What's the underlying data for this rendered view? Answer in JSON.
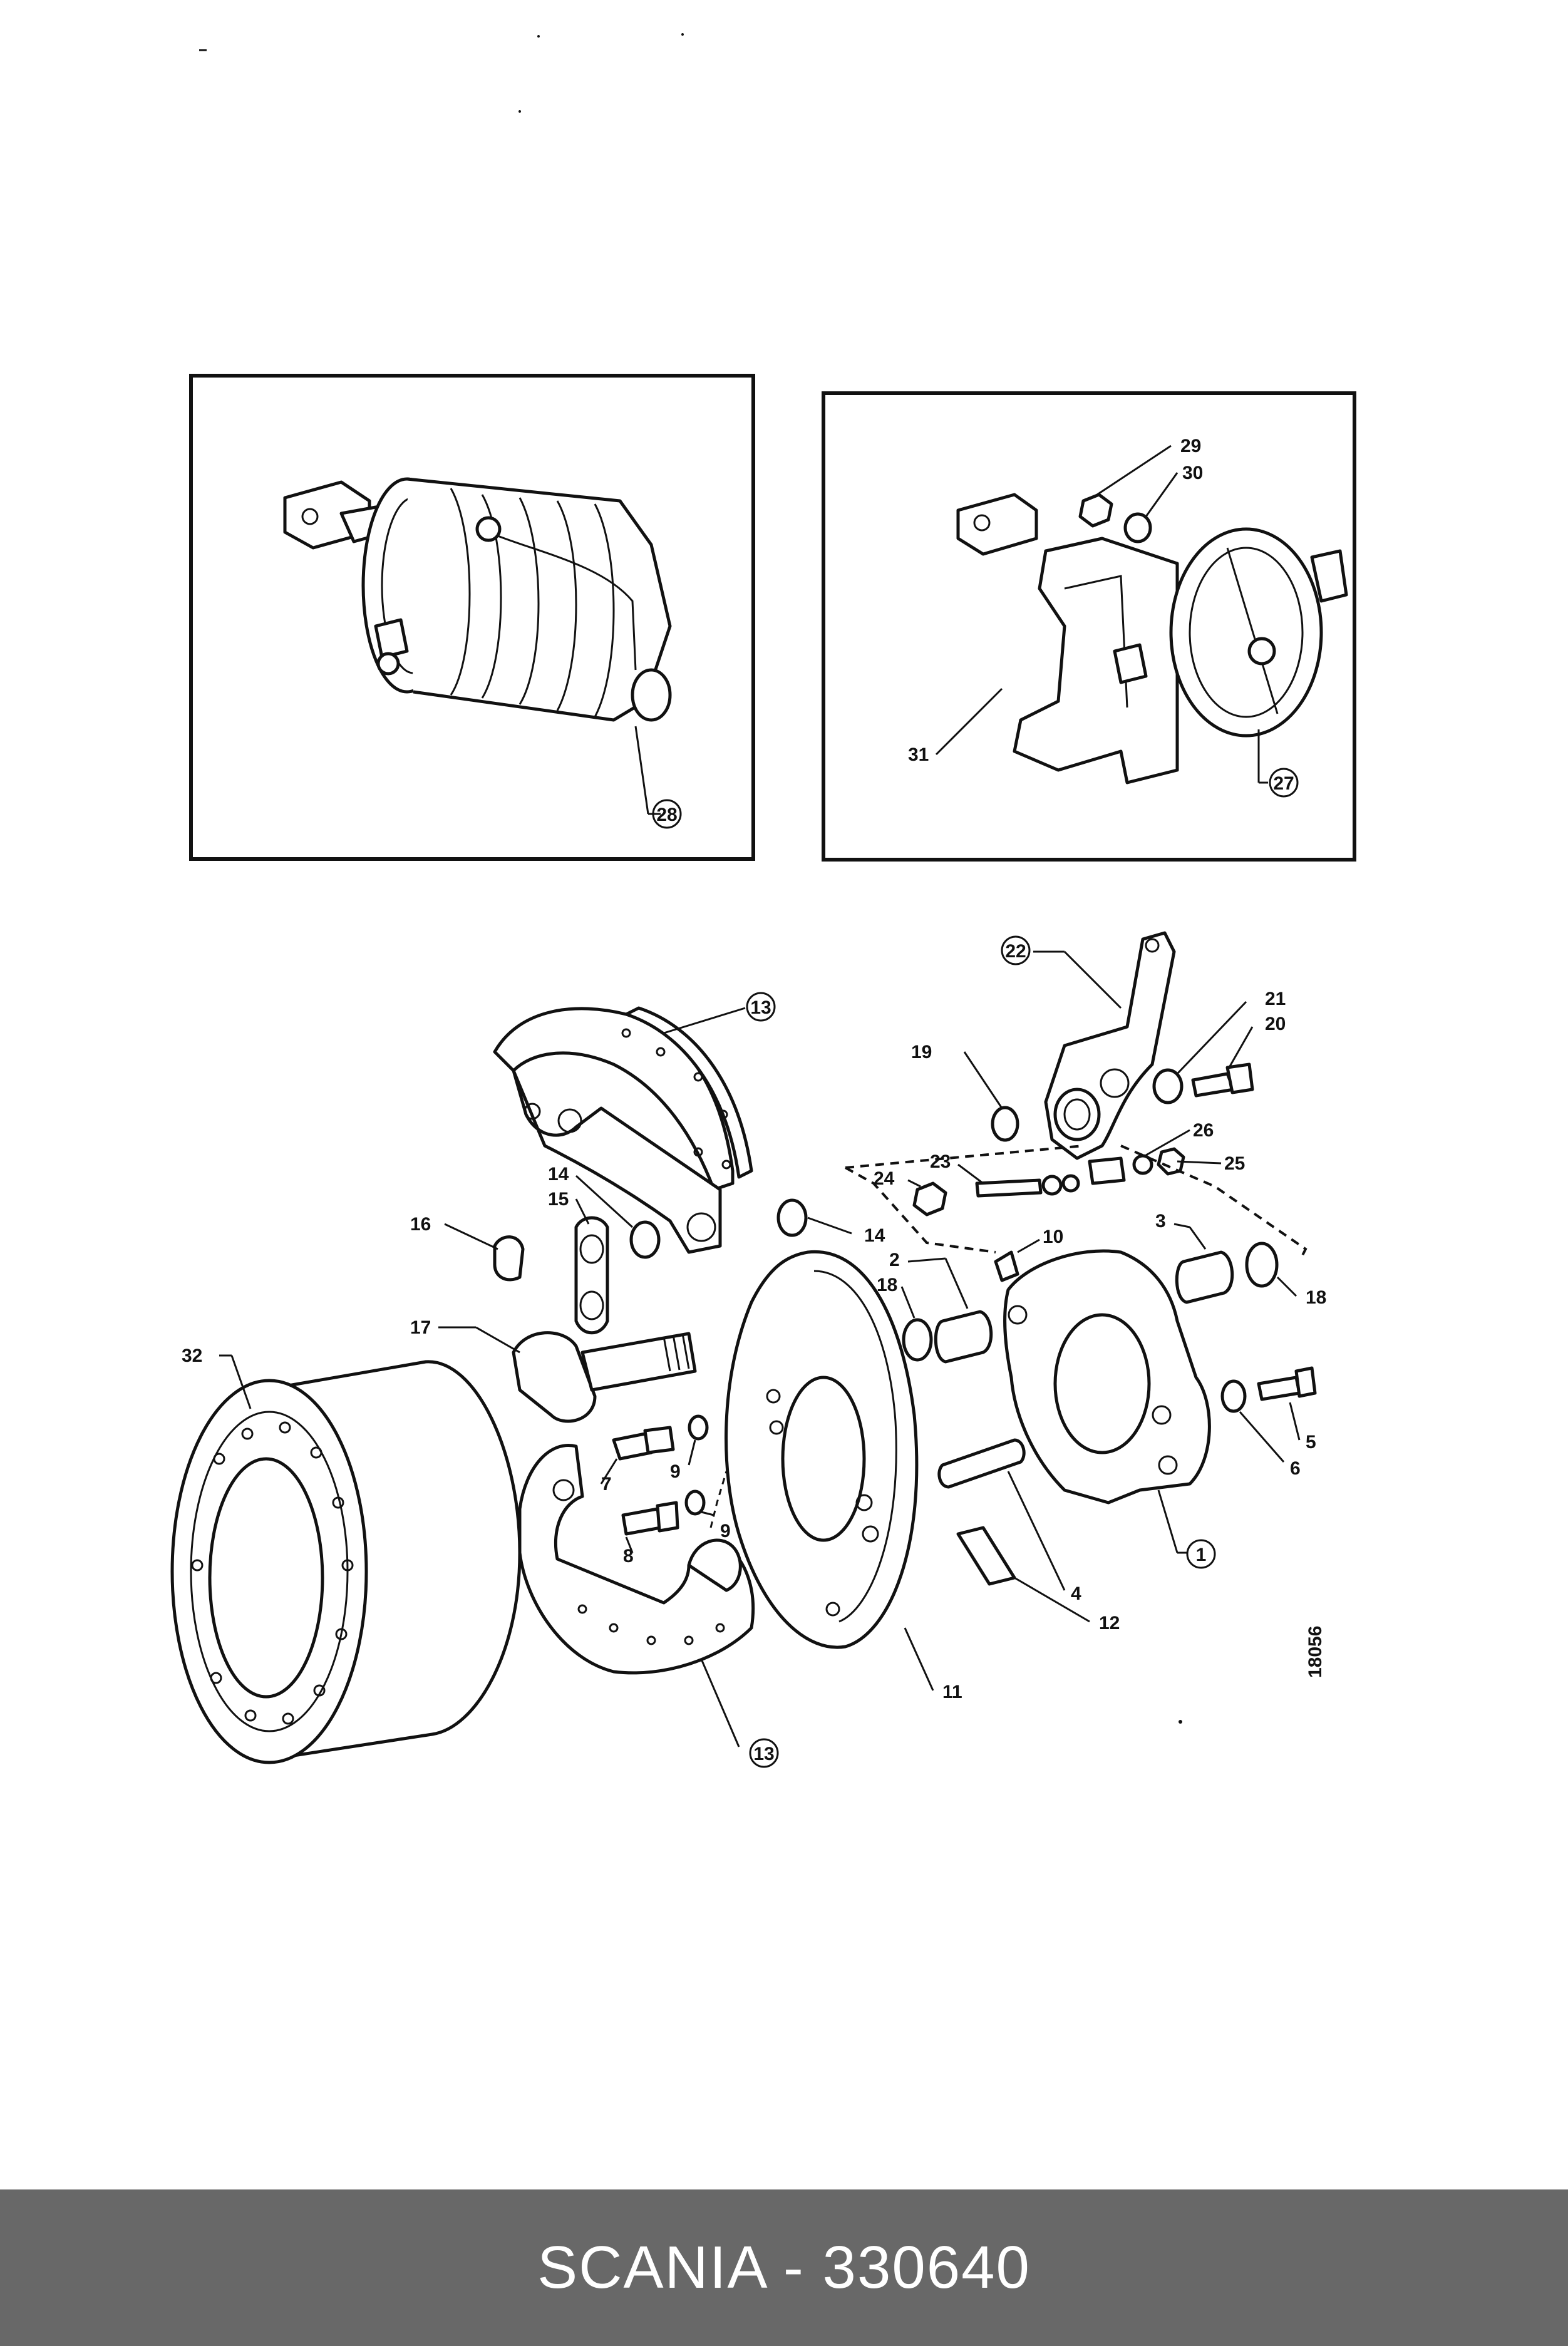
{
  "diagram": {
    "figure_number": "18056",
    "callouts": {
      "c28": "28",
      "c27": "27",
      "c29": "29",
      "c30": "30",
      "c31": "31",
      "c13a": "13",
      "c13b": "13",
      "c22": "22",
      "c21": "21",
      "c20": "20",
      "c19": "19",
      "c26": "26",
      "c25": "25",
      "c23": "23",
      "c24": "24",
      "c14a": "14",
      "c15": "15",
      "c14b": "14",
      "c16": "16",
      "c10": "10",
      "c3": "3",
      "c2": "2",
      "c18a": "18",
      "c18b": "18",
      "c17": "17",
      "c32": "32",
      "c9a": "9",
      "c9b": "9",
      "c7": "7",
      "c8": "8",
      "c5": "5",
      "c6": "6",
      "c1": "1",
      "c4": "4",
      "c12": "12",
      "c11": "11"
    }
  },
  "footer": {
    "text": "SCANIA - 330640"
  }
}
